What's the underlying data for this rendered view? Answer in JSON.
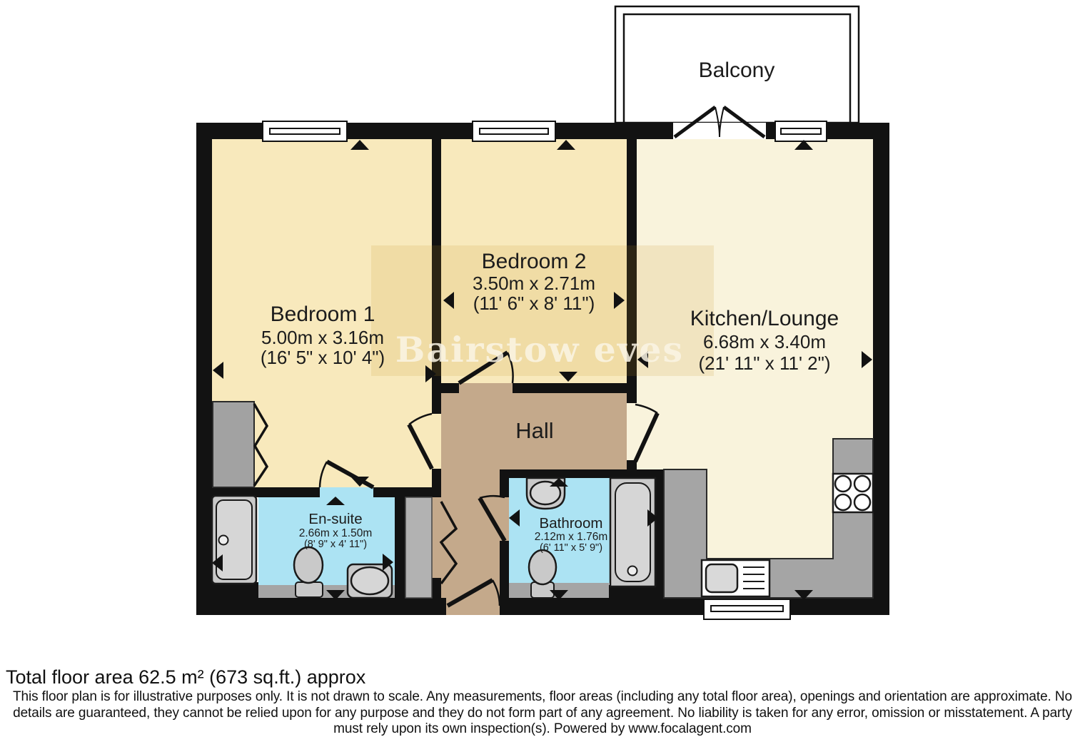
{
  "colors": {
    "wall": "#121212",
    "bedroom": "#f8e9bc",
    "kitchen": "#f9f3dc",
    "hall": "#c4a98b",
    "bath": "#ace3f3",
    "counter": "#a5a5a5",
    "fixture": "#c9c9c9",
    "fixture_light": "#d6d6d6",
    "wardrobe": "#a2a2a2",
    "cupboard": "#b2b2b2",
    "white": "#ffffff",
    "watermark_tint": "rgba(196,146,36,0.15)",
    "watermark_text": "rgba(250,244,228,0.85)"
  },
  "rooms": {
    "balcony": {
      "name": "Balcony"
    },
    "bedroom1": {
      "name": "Bedroom 1",
      "dim_m": "5.00m x 3.16m",
      "dim_ft": "(16' 5\" x 10' 4\")"
    },
    "bedroom2": {
      "name": "Bedroom 2",
      "dim_m": "3.50m x 2.71m",
      "dim_ft": "(11' 6\" x 8' 11\")"
    },
    "kitchen": {
      "name": "Kitchen/Lounge",
      "dim_m": "6.68m x 3.40m",
      "dim_ft": "(21' 11\" x 11' 2\")"
    },
    "hall": {
      "name": "Hall"
    },
    "ensuite": {
      "name": "En-suite",
      "dim_m": "2.66m x 1.50m",
      "dim_ft": "(8' 9\" x 4' 11\")"
    },
    "bathroom": {
      "name": "Bathroom",
      "dim_m": "2.12m x 1.76m",
      "dim_ft": "(6' 11\" x 5' 9\")"
    }
  },
  "watermark": {
    "text": "Bairstow eves"
  },
  "footer": {
    "total_area": "Total floor area 62.5 m² (673 sq.ft.) approx",
    "disclaimer_line1": "This floor plan is for illustrative purposes only. It is not drawn to scale. Any measurements, floor areas (including any total floor area), openings and orientation are approximate. No",
    "disclaimer_line2": "details are guaranteed, they cannot be relied upon for any purpose and they do not form part of any agreement. No liability is taken for any error, omission or misstatement. A party",
    "disclaimer_line3": "must rely upon its own inspection(s). Powered by www.focalagent.com"
  }
}
